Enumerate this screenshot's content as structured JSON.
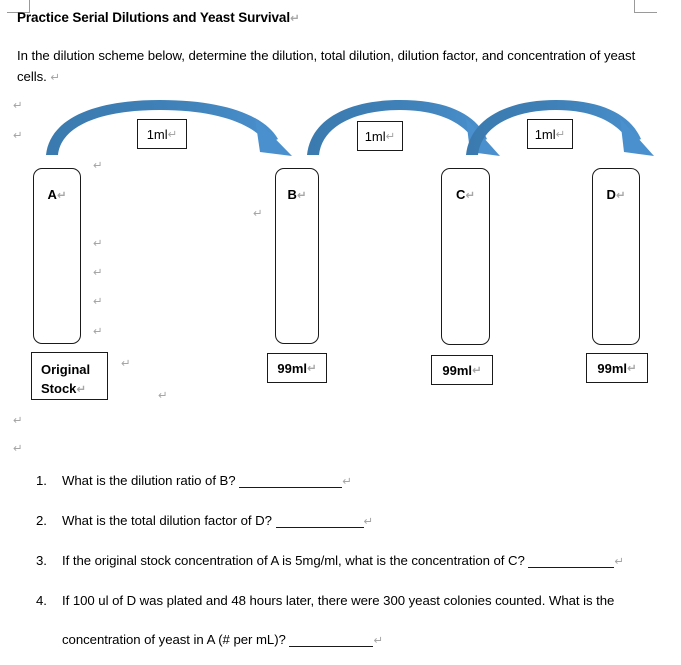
{
  "document": {
    "title": "Practice Serial Dilutions and Yeast Survival",
    "intro": "In the dilution scheme below, determine the dilution, total dilution, dilution factor, and concentration of yeast cells.",
    "pilcrow": "↵"
  },
  "colors": {
    "arrow_tail": "#3A7AAF",
    "arrow_head": "#4A90CE",
    "outline": "#1a1a1a",
    "formatting_mark": "#a6a6a6",
    "margin_marker": "#9a9a9a"
  },
  "diagram": {
    "tubes": [
      {
        "label": "A",
        "volume_label": "Original Stock"
      },
      {
        "label": "B",
        "volume_label": "99ml"
      },
      {
        "label": "C",
        "volume_label": "99ml"
      },
      {
        "label": "D",
        "volume_label": "99ml"
      }
    ],
    "transfers": [
      {
        "label": "1ml",
        "from": "A",
        "to": "B"
      },
      {
        "label": "1ml",
        "from": "B",
        "to": "C"
      },
      {
        "label": "1ml",
        "from": "C",
        "to": "D"
      }
    ]
  },
  "questions": [
    {
      "number": "1.",
      "text": "What is the dilution ratio of B?"
    },
    {
      "number": "2.",
      "text": "What is the total dilution factor of D?"
    },
    {
      "number": "3.",
      "text": "If the original stock concentration of A is 5mg/ml, what is the concentration of C?"
    },
    {
      "number": "4.",
      "text_line1": "If 100 ul of D was plated and 48 hours later, there were 300 yeast colonies counted.  What is the",
      "text_line2": "concentration of yeast in A (# per mL)?"
    }
  ]
}
